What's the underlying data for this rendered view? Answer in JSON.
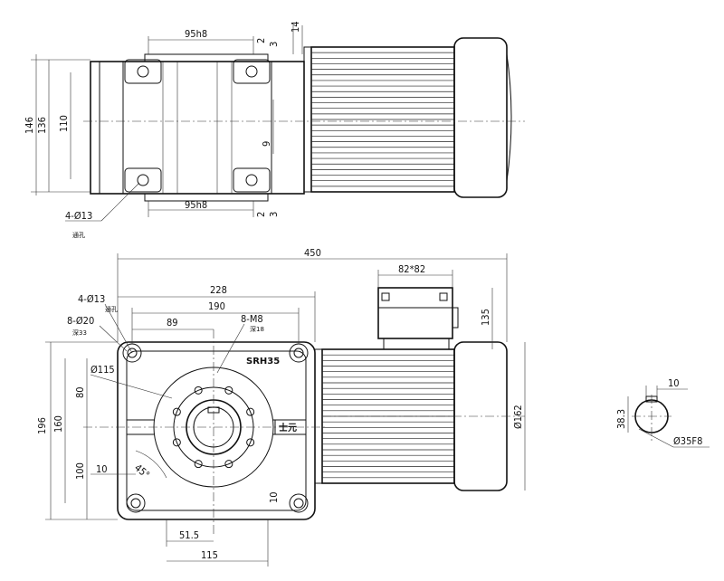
{
  "top_view": {
    "dim_95h8_top": "95h8",
    "dim_95h8_bottom": "95h8",
    "dim_2_top": "2",
    "dim_3_top": "3",
    "dim_2_bottom": "2",
    "dim_3_bottom": "3",
    "dim_14": "14",
    "dim_9": "9",
    "dim_146": "146",
    "dim_136": "136",
    "dim_110": "110",
    "hole_label": "4-Ø13",
    "hole_note": "通孔"
  },
  "front_view": {
    "dim_450": "450",
    "dim_228": "228",
    "dim_190": "190",
    "dim_89": "89",
    "dim_8m8": "8-M8",
    "dim_8m8_note": "深18",
    "dim_4_13": "4-Ø13",
    "dim_4_13_note": "通孔",
    "dim_8_20": "8-Ø20",
    "dim_8_20_note": "深33",
    "dim_115_dia": "Ø115",
    "dim_80": "80",
    "dim_160": "160",
    "dim_196": "196",
    "dim_100": "100",
    "dim_10_left": "10",
    "dim_45deg": "45°",
    "dim_10_right": "10",
    "dim_51_5": "51.5",
    "dim_115": "115",
    "dim_82x82": "82*82",
    "dim_135": "135",
    "dim_162": "Ø162",
    "model": "SRH35",
    "brand": "士元"
  },
  "shaft_section": {
    "dim_10": "10",
    "dim_38_3": "38.3",
    "dim_35f8": "Ø35F8"
  }
}
